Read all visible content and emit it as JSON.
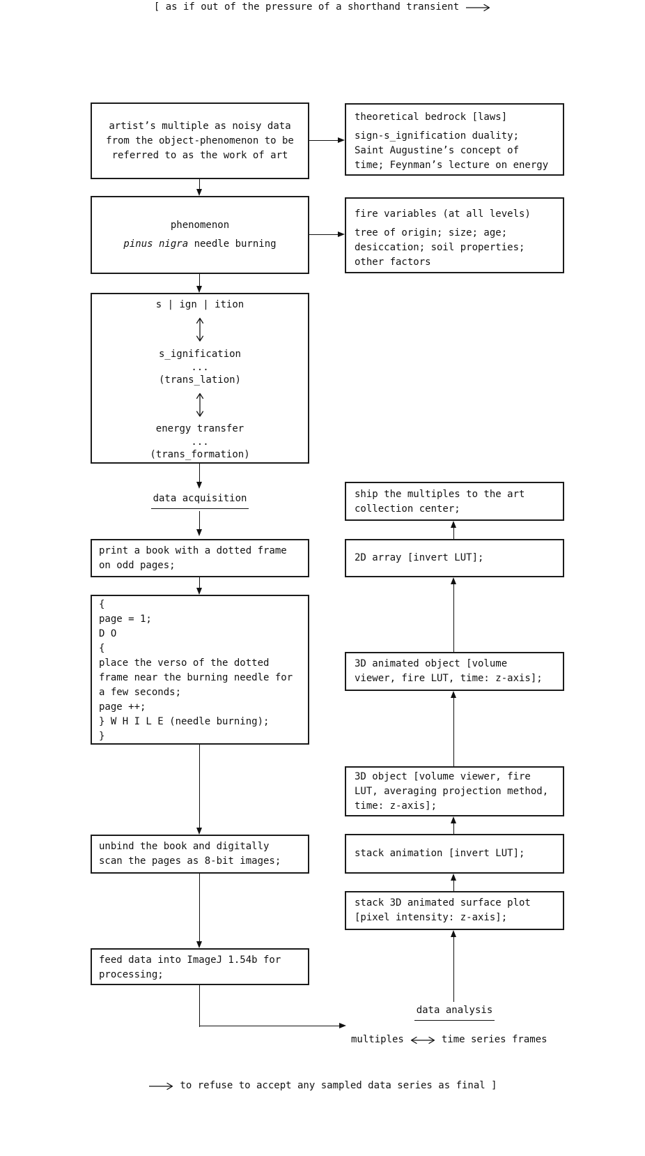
{
  "header": {
    "text": "[ as if out of the pressure of a shorthand transient"
  },
  "footer": {
    "text": "to refuse to accept any sampled data series as final ]"
  },
  "left_column": {
    "artist_box": {
      "lines": [
        "artist’s multiple as noisy data",
        "from the object-phenomenon to be",
        "referred to as the work of art"
      ]
    },
    "phenomenon_box": {
      "title": "phenomenon",
      "species": "pinus nigra",
      "suffix": " needle burning"
    },
    "signition_box": {
      "lines": [
        "s | ign | ition",
        "s_ignification",
        "...",
        "(trans_lation)",
        "energy transfer",
        "...",
        "(trans_formation)"
      ]
    },
    "data_acquisition_label": "data acquisition",
    "print_box": {
      "lines": [
        "print a book with a dotted frame",
        "on odd pages;"
      ]
    },
    "code_box": {
      "lines": [
        "{",
        "page = 1;",
        "D O",
        "{",
        "place the verso of the dotted",
        "frame near the burning needle for",
        "a few seconds;",
        "page ++;",
        "} W H I L E (needle burning);",
        "}"
      ]
    },
    "unbind_box": {
      "lines": [
        "unbind the book and digitally",
        "scan the pages as 8-bit images;"
      ]
    },
    "feed_box": {
      "lines": [
        "feed data into ImageJ 1.54b for",
        "processing;"
      ]
    }
  },
  "right_column": {
    "bedrock_box": {
      "title": "theoretical bedrock [laws]",
      "body": [
        "sign-s_ignification duality;",
        "Saint Augustine’s concept of",
        "time; Feynman’s lecture on energy"
      ]
    },
    "fire_box": {
      "title": "fire variables (at all levels)",
      "body": [
        "tree of origin; size; age;",
        "desiccation; soil properties;",
        "other factors"
      ]
    },
    "ship_box": {
      "lines": [
        "ship the multiples to the art",
        "collection center;"
      ]
    },
    "array2d_box": {
      "lines": [
        "2D array [invert LUT];"
      ]
    },
    "object3d_animated_box": {
      "lines": [
        "3D animated object [volume",
        "viewer, fire LUT, time: z-axis];"
      ]
    },
    "object3d_box": {
      "lines": [
        "3D object [volume viewer, fire",
        "LUT, averaging projection method,",
        "time: z-axis];"
      ]
    },
    "stack_animation_box": {
      "lines": [
        "stack animation [invert LUT];"
      ]
    },
    "stack_surface_box": {
      "lines": [
        "stack 3D animated surface plot",
        "[pixel intensity: z-axis];"
      ]
    },
    "data_analysis_label": "data analysis",
    "multiples_caption": {
      "left": "multiples",
      "right": "time series frames"
    }
  },
  "colors": {
    "ink": "#111111",
    "background": "#ffffff"
  }
}
